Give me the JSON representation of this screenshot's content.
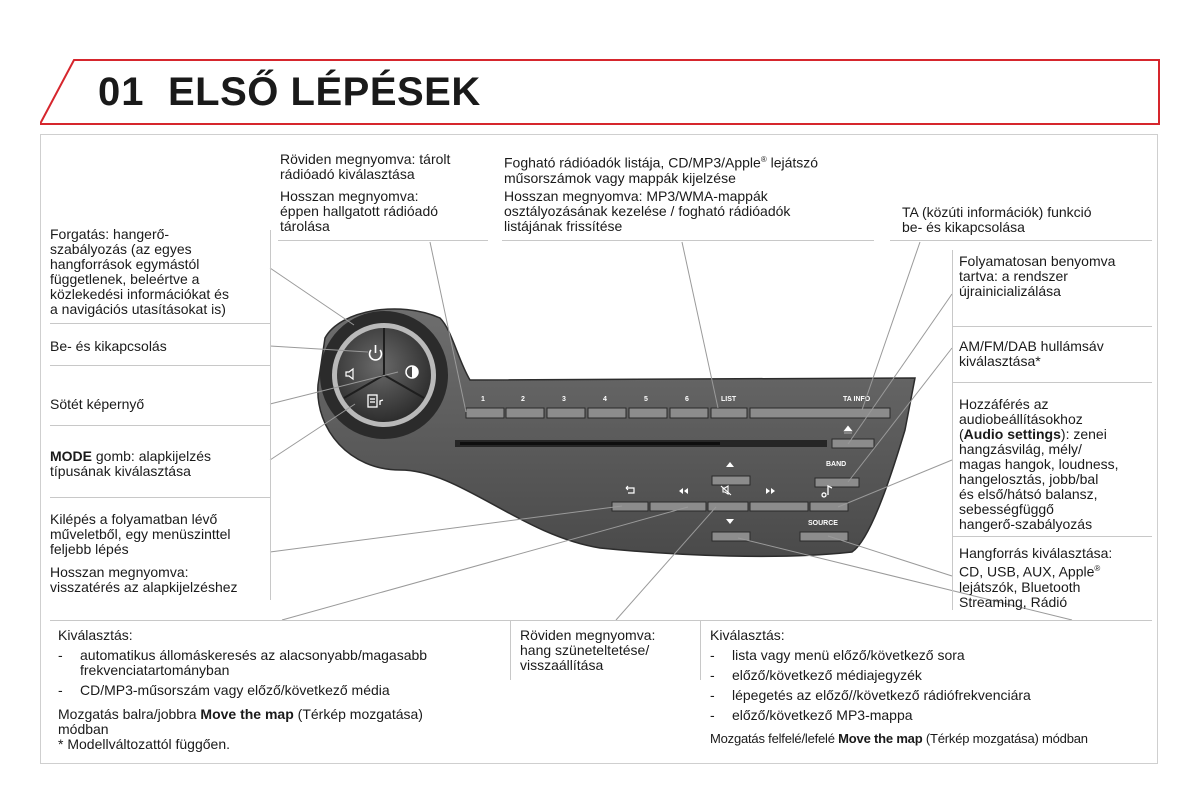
{
  "header": {
    "number": "01",
    "title": "ELSŐ LÉPÉSEK"
  },
  "left": {
    "rotation": [
      "Forgatás: hangerő-",
      "szabályozás (az egyes",
      "hangforrások egymástól",
      "függetlenek, beleértve a",
      "közlekedési információkat és",
      "a navigációs utasításokat is)"
    ],
    "power": "Be- és kikapcsolás",
    "dark": "Sötét képernyő",
    "mode_bold": "MODE",
    "mode_rest": " gomb: alapkijelzés",
    "mode_line2": "típusának kiválasztása",
    "exit": [
      "Kilépés a folyamatban lévő",
      "műveletből, egy menüszinttel",
      "feljebb lépés"
    ],
    "long_back": [
      "Hosszan megnyomva:",
      "visszatérés az alapkijelzéshez"
    ]
  },
  "top": {
    "short_press": [
      "Röviden megnyomva: tárolt",
      "rádióadó kiválasztása"
    ],
    "long_press": [
      "Hosszan megnyomva:",
      "éppen hallgatott rádióadó",
      "tárolása"
    ],
    "list_a": "Fogható rádióadók listája, CD/MP3/Apple",
    "list_reg": "®",
    "list_b": " lejátszó",
    "list_line2": "műsorszámok vagy mappák kijelzése",
    "list_long": [
      "Hosszan megnyomva: MP3/WMA-mappák",
      "osztályozásának kezelése / fogható rádióadók",
      "listájának frissítése"
    ],
    "ta": [
      "TA (közúti információk) funkció",
      "be- és kikapcsolása"
    ]
  },
  "right": {
    "reset": [
      "Folyamatosan benyomva",
      "tartva: a rendszer",
      "újrainicializálása"
    ],
    "band": [
      "AM/FM/DAB hullámsáv",
      "kiválasztása*"
    ],
    "audio_l1": "Hozzáférés az",
    "audio_l2": "audiobeállításokhoz",
    "audio_bold": "Audio settings",
    "audio_l3_open": "(",
    "audio_l3_rest": "): zenei",
    "audio_rest": [
      "hangzásvilág, mély/",
      "magas hangok, loudness,",
      "hangelosztás, jobb/bal",
      "és első/hátsó balansz,",
      "sebességfüggő",
      "hangerő-szabályozás"
    ],
    "source_l1": "Hangforrás kiválasztása:",
    "source_l2a": "CD, USB, AUX, Apple",
    "source_reg": "®",
    "source_rest": [
      "lejátszók, Bluetooth",
      "Streaming, Rádió"
    ]
  },
  "bottom_left": {
    "title": "Kiválasztás:",
    "items": [
      [
        "automatikus állomáskeresés az alacsonyabb/magasabb",
        "frekvenciatartományban"
      ],
      [
        "CD/MP3-műsorszám vagy előző/következő média"
      ]
    ],
    "move_a": "Mozgatás balra/jobbra ",
    "move_bold": "Move the map",
    "move_b": " (Térkép mozgatása)",
    "move_line2": "módban",
    "footnote": "* Modellváltozattól függően."
  },
  "bottom_mid": {
    "lines": [
      "Röviden megnyomva:",
      "hang szüneteltetése/",
      "visszaállítása"
    ]
  },
  "bottom_right": {
    "title": "Kiválasztás:",
    "items": [
      "lista vagy menü előző/következő sora",
      "előző/következő médiajegyzék",
      "lépegetés az előző//következő rádiófrekvenciára",
      "előző/következő MP3-mappa"
    ],
    "move_a": "Mozgatás felfelé/lefelé ",
    "move_bold": "Move the map",
    "move_b": " (Térkép mozgatása) módban"
  },
  "device": {
    "presets": [
      "1",
      "2",
      "3",
      "4",
      "5",
      "6"
    ],
    "list": "LIST",
    "ta_info": "TA INFO",
    "band": "BAND",
    "source": "SOURCE"
  },
  "colors": {
    "accent": "#d6262d",
    "panel": "#5a5a5a",
    "panel_dark": "#3c3c3c"
  }
}
